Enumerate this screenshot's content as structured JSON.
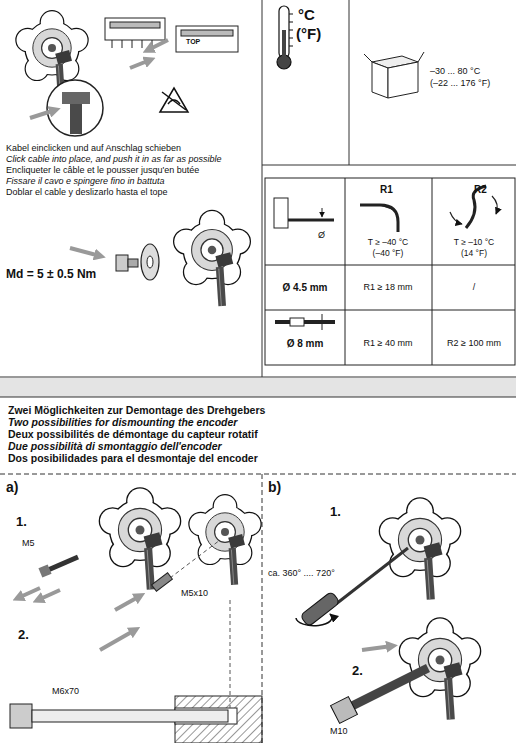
{
  "diagram": {
    "labels": [
      "Kabel einclicken und auf Anschlag schieben",
      "Click cable into place, and push it in as far as possible",
      "Encliqueter le câble et le pousser jusqu'en butée",
      "Fissare il cavo e spingere fino in battuta",
      "Doblar el cable y deslizarlo hasta el tope",
      "TOP",
      "Md = 5 ± 0.5 Nm",
      "°C",
      "(°F)",
      "–30 ... 80 °C",
      "(–22 ... 176 °F)",
      "Ø",
      "R1",
      "R2",
      "T ≥ –40 °C",
      "(–40 °F)",
      "T ≥ –10 °C",
      "(14 °F)",
      "Ø 4.5 mm",
      "R1 ≥ 18 mm",
      "/",
      "Ø 8 mm",
      "R1 ≥ 40 mm",
      "R2 ≥ 100 mm",
      "Zwei Möglichkeiten zur Demontage des Drehgebers",
      "Two possibilities for dismounting the encoder",
      "Deux possibilités de démontage du capteur rotatif",
      "Due possibilità di smontaggio dell'encoder",
      "Dos posibilidades para el desmontaje del encoder",
      "a)",
      "1.",
      "M5",
      "2.",
      "M5x10",
      "M6x70",
      "b)",
      "1.",
      "ca. 360° .... 720°",
      "2.",
      "M10"
    ]
  }
}
